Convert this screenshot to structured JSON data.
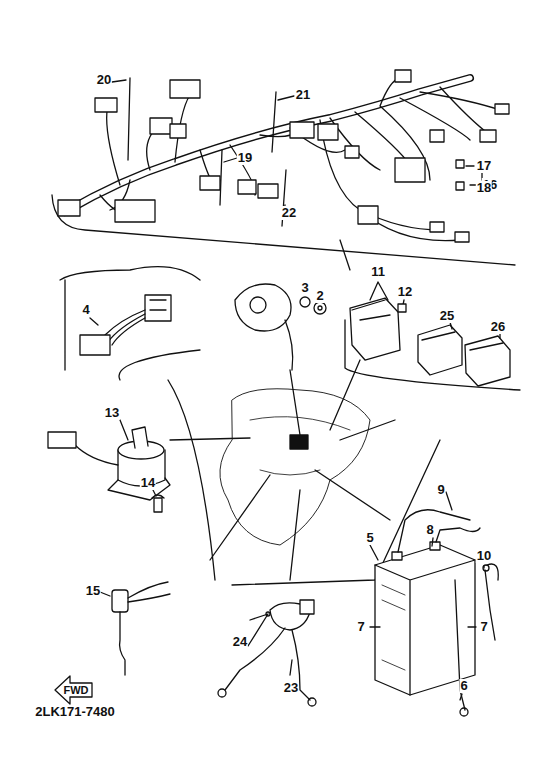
{
  "diagram": {
    "labels": [
      "20",
      "21",
      "19",
      "17",
      "16",
      "18",
      "22",
      "4",
      "3",
      "2",
      "11",
      "12",
      "25",
      "26",
      "13",
      "14",
      "9",
      "5",
      "8",
      "10",
      "15",
      "7",
      "7",
      "24",
      "23",
      "6",
      "FWD",
      "2LK171-7480"
    ]
  }
}
